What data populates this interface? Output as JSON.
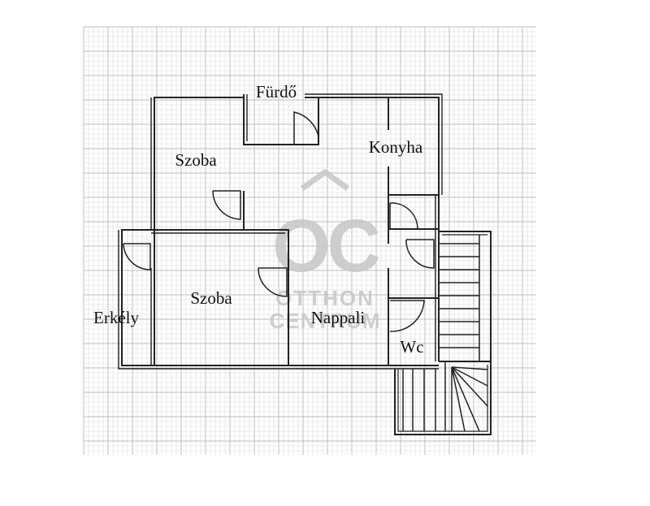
{
  "floorplan": {
    "rooms": {
      "furdo": "Fürdő",
      "konyha": "Konyha",
      "szoba_upper": "Szoba",
      "szoba_lower": "Szoba",
      "erkely": "Erkély",
      "nappali": "Nappali",
      "wc": "Wc"
    },
    "watermark": {
      "logo": "OC",
      "line1": "OTTHON",
      "line2": "CENTRUM"
    },
    "colors": {
      "grid_fine": "#dcdcdc",
      "grid_major": "#bdbdbd",
      "wall": "#222222",
      "watermark": "#c9c9c9"
    }
  }
}
